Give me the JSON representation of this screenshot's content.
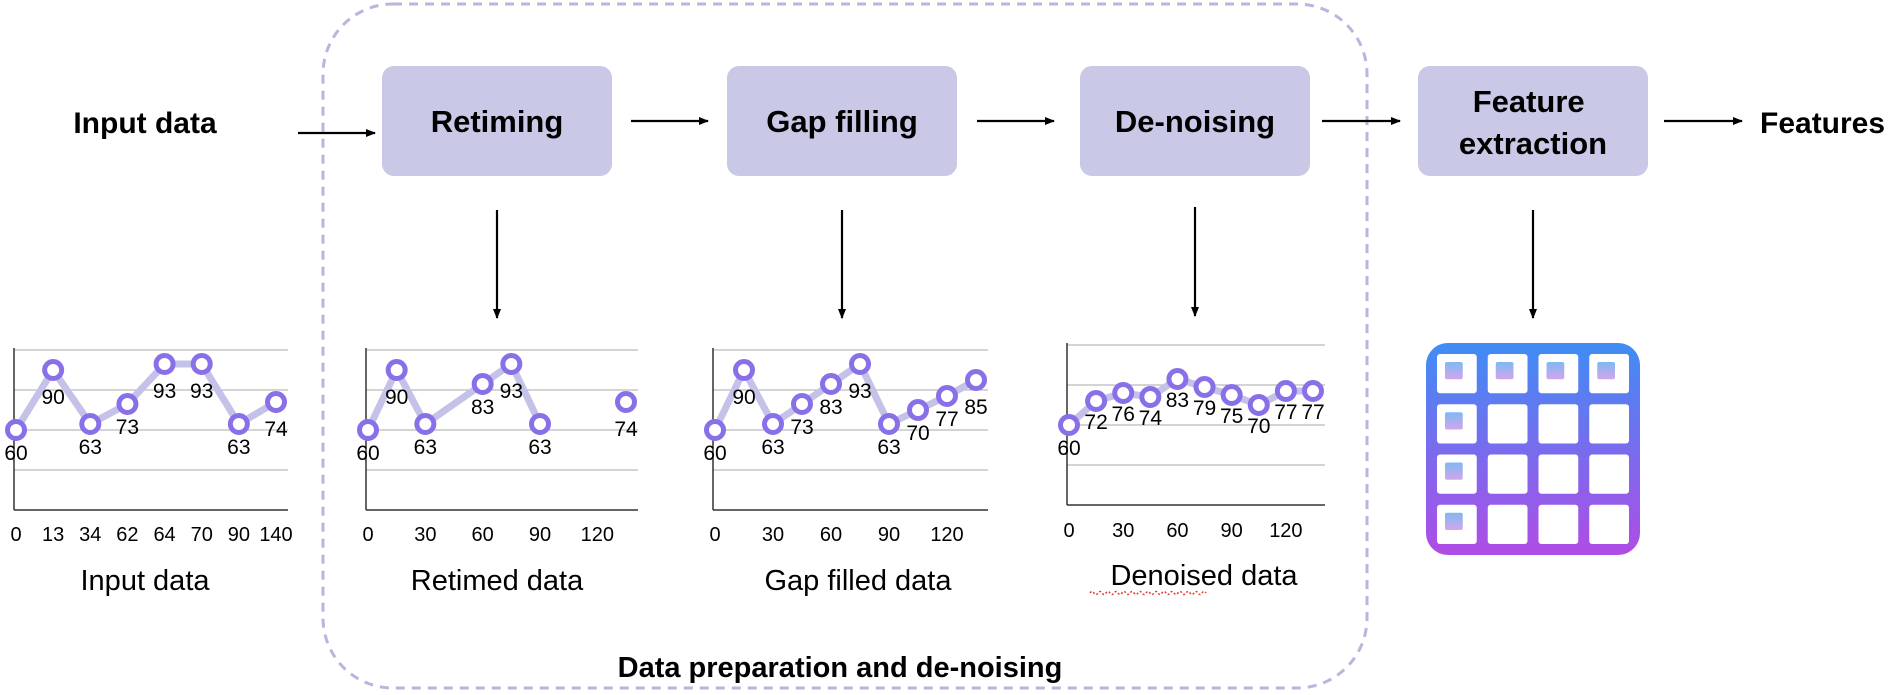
{
  "input_label": "Input data",
  "output_label": "Features",
  "group_title": "Data preparation and de-noising",
  "stages": [
    {
      "lines": [
        "Retiming"
      ]
    },
    {
      "lines": [
        "Gap filling"
      ]
    },
    {
      "lines": [
        "De-noising"
      ]
    },
    {
      "lines": [
        "Feature",
        "extraction"
      ]
    }
  ],
  "colors": {
    "box_fill": "#c9c8e6",
    "line": "#c4c2e8",
    "marker_fill": "#ffffff",
    "marker_stroke": "#8a70e8",
    "group_border": "#b7b6dd",
    "grid": "#aaaaaa",
    "icon_gradient": [
      "#3f8df5",
      "#b04ce6"
    ],
    "icon_cell": [
      "#7fb9f2",
      "#d2a5ec"
    ]
  },
  "icon": {
    "name": "feature-grid-icon"
  },
  "chart_data": [
    {
      "type": "line",
      "caption": "Input data",
      "tick_labels": [
        "0",
        "13",
        "34",
        "62",
        "64",
        "70",
        "90",
        "140"
      ],
      "points": [
        {
          "label": "60",
          "value": 60
        },
        {
          "label": "90",
          "value": 90
        },
        {
          "label": "63",
          "value": 63
        },
        {
          "label": "73",
          "value": 73
        },
        {
          "label": "93",
          "value": 93
        },
        {
          "label": "93",
          "value": 93
        },
        {
          "label": "63",
          "value": 63
        },
        {
          "label": "74",
          "value": 74
        }
      ]
    },
    {
      "type": "line",
      "caption": "Retimed data",
      "tick_labels": [
        "0",
        "30",
        "60",
        "90",
        "120"
      ],
      "x": [
        0,
        15,
        30,
        60,
        75,
        90,
        135
      ],
      "values": [
        60,
        90,
        63,
        83,
        93,
        63,
        74
      ],
      "point_labels": [
        "60",
        "90",
        "63",
        "83",
        "93",
        "63",
        "74"
      ]
    },
    {
      "type": "line",
      "caption": "Gap filled data",
      "tick_labels": [
        "0",
        "30",
        "60",
        "90",
        "120"
      ],
      "x": [
        0,
        15,
        30,
        45,
        60,
        75,
        90,
        105,
        120,
        135
      ],
      "values": [
        60,
        90,
        63,
        73,
        83,
        93,
        63,
        70,
        77,
        85
      ],
      "point_labels": [
        "60",
        "90",
        "63",
        "73",
        "83",
        "93",
        "63",
        "70",
        "77",
        "85"
      ]
    },
    {
      "type": "line",
      "caption": "Denoised data",
      "tick_labels": [
        "0",
        "30",
        "60",
        "90",
        "120"
      ],
      "x": [
        0,
        15,
        30,
        45,
        60,
        75,
        90,
        105,
        120,
        135
      ],
      "values": [
        60,
        72,
        76,
        74,
        83,
        79,
        75,
        70,
        77,
        77
      ],
      "point_labels": [
        "60",
        "72",
        "76",
        "74",
        "83",
        "79",
        "75",
        "70",
        "77",
        "77"
      ]
    }
  ]
}
